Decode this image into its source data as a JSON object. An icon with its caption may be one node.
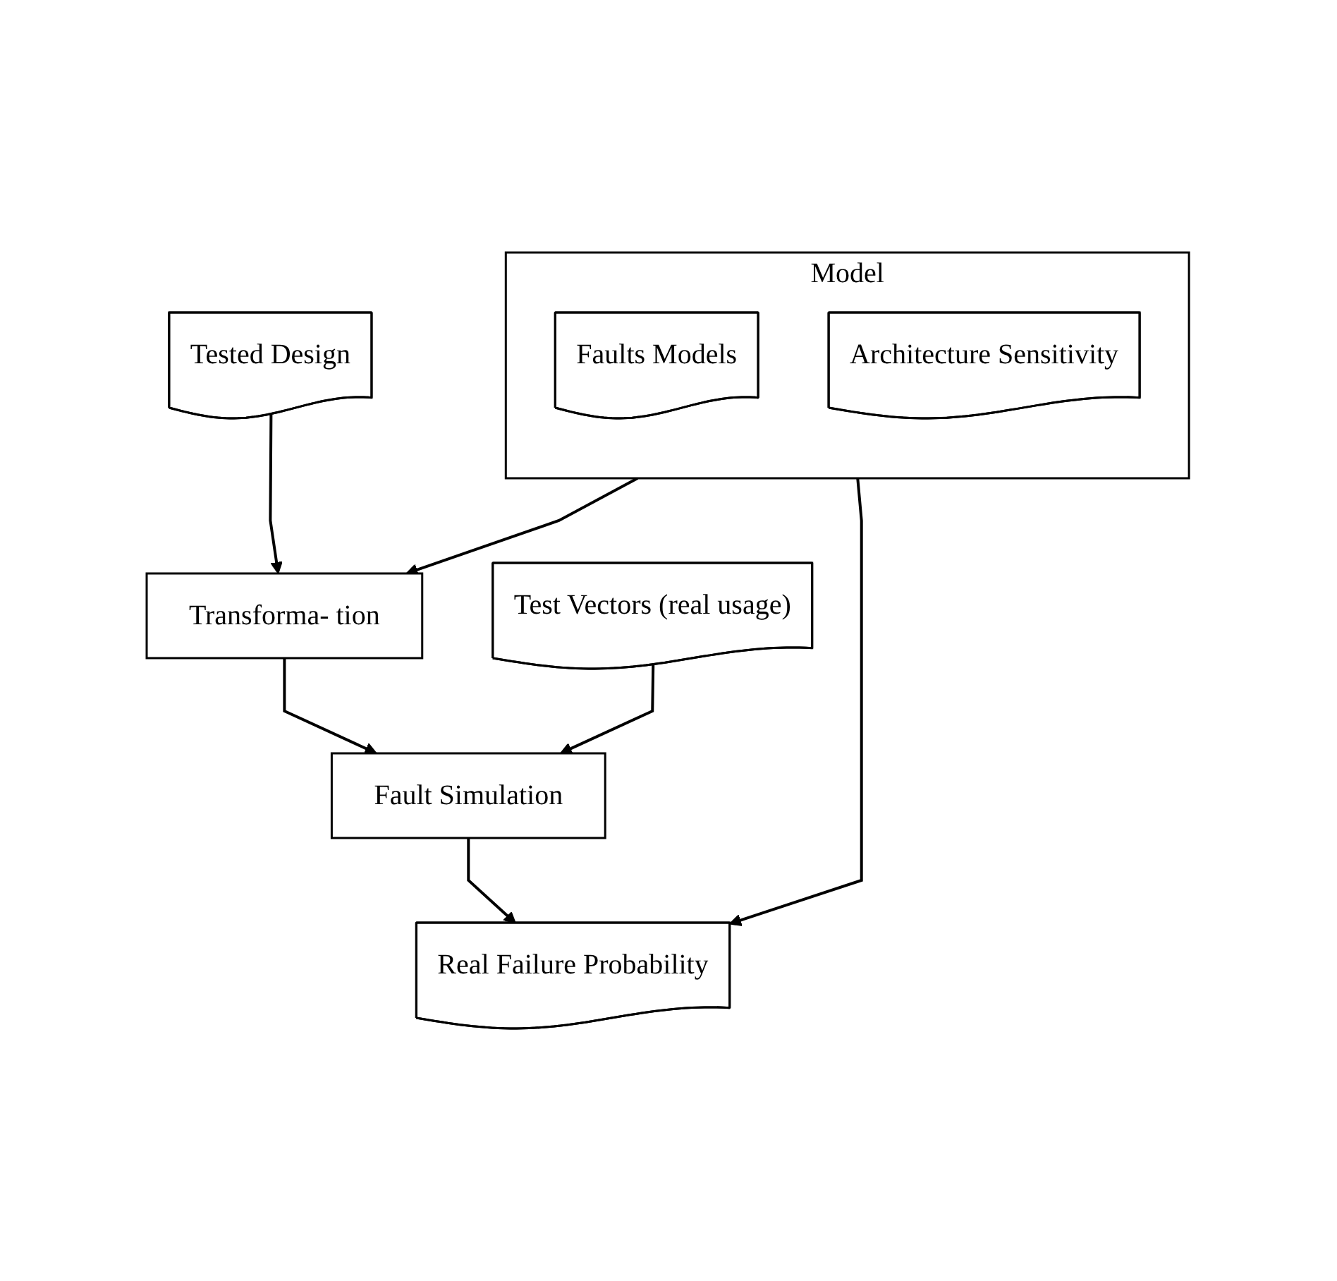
{
  "diagram": {
    "nodes": [
      {
        "text": [
          "Model"
        ]
      },
      {
        "text": [
          "Faults Models"
        ],
        "in": 0
      },
      {
        "text": [
          "Architecture Sensitivity"
        ],
        "in": 0
      },
      {
        "text": [
          "Tested Design"
        ]
      },
      {
        "text": [
          "Test Vectors (real usage)"
        ]
      },
      {
        "text": [
          "Transforma- tion"
        ]
      },
      {
        "text": [
          "Fault Simulation"
        ]
      },
      {
        "text": [
          "Real Failure Probability"
        ]
      }
    ],
    "edges": [
      {
        "from": 3,
        "to": 5,
        "arrow": "to"
      },
      {
        "from": 0,
        "to": 5,
        "arrow": "to"
      },
      {
        "from": 5,
        "to": 6,
        "arrow": "to"
      },
      {
        "from": 4,
        "to": 6,
        "arrow": "to"
      },
      {
        "from": 6,
        "to": 7,
        "arrow": "to"
      },
      {
        "from": 0,
        "to": 7,
        "arrow": "to"
      }
    ]
  }
}
